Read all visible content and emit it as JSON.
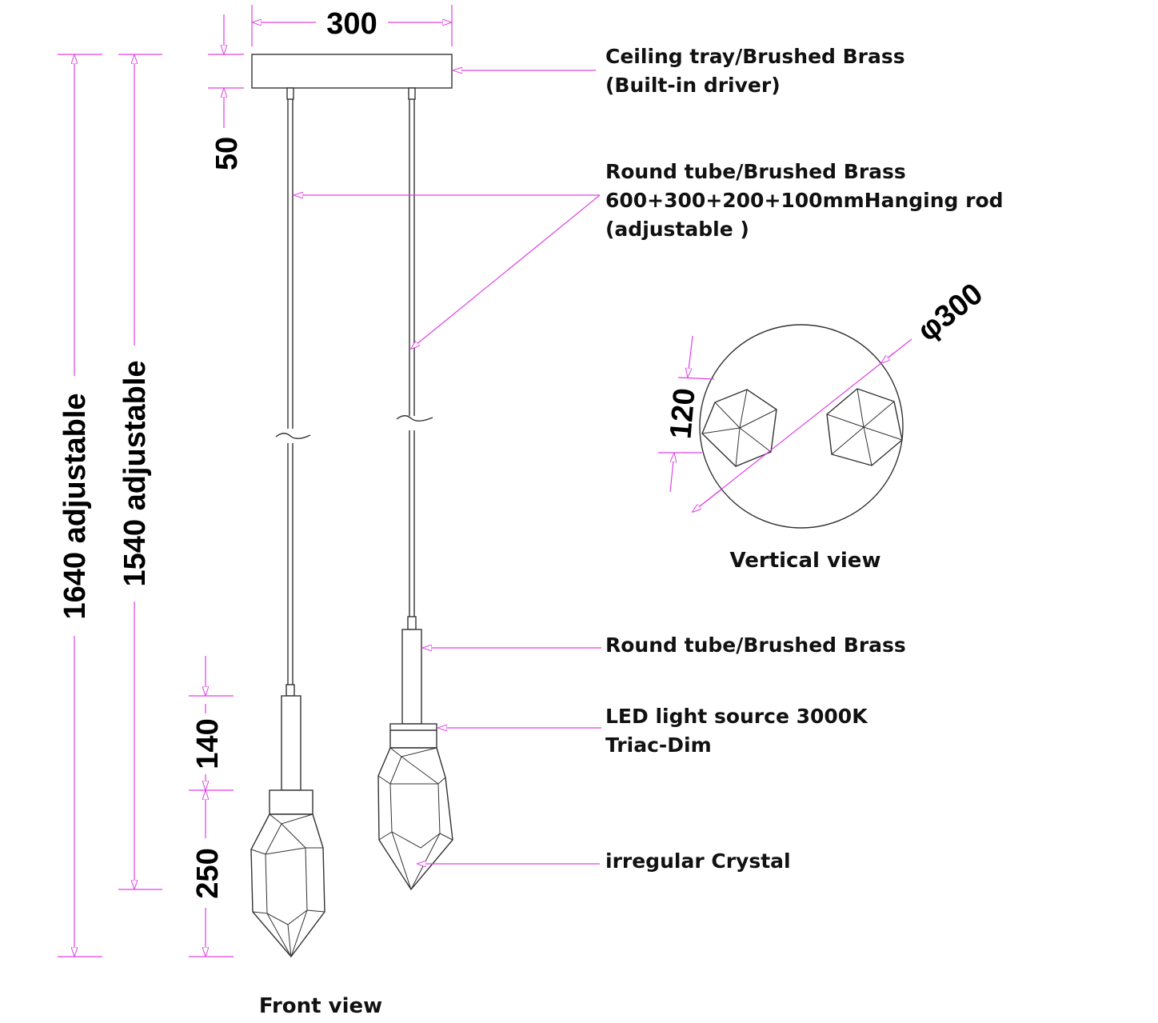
{
  "colors": {
    "dimension": "#e040e6",
    "line": "#333333"
  },
  "dimensions": {
    "tray_width": "300",
    "tray_height": "50",
    "total_height_1": "1640 adjustable",
    "total_height_2": "1540 adjustable",
    "tube_height": "140",
    "crystal_height": "250",
    "top_diameter": "300",
    "crystal_width": "120"
  },
  "labels": {
    "ceiling_tray": [
      "Ceiling tray/Brushed Brass",
      "(Built-in driver)"
    ],
    "hanging_rod": [
      "Round tube/Brushed Brass",
      "600+300+200+100mmHanging rod",
      "(adjustable )"
    ],
    "round_tube": "Round tube/Brushed Brass",
    "led_source": [
      "LED light source 3000K",
      "Triac-Dim"
    ],
    "crystal": "irregular Crystal"
  },
  "views": {
    "front": "Front view",
    "vertical": "Vertical view"
  },
  "diameter_symbol": "φ"
}
